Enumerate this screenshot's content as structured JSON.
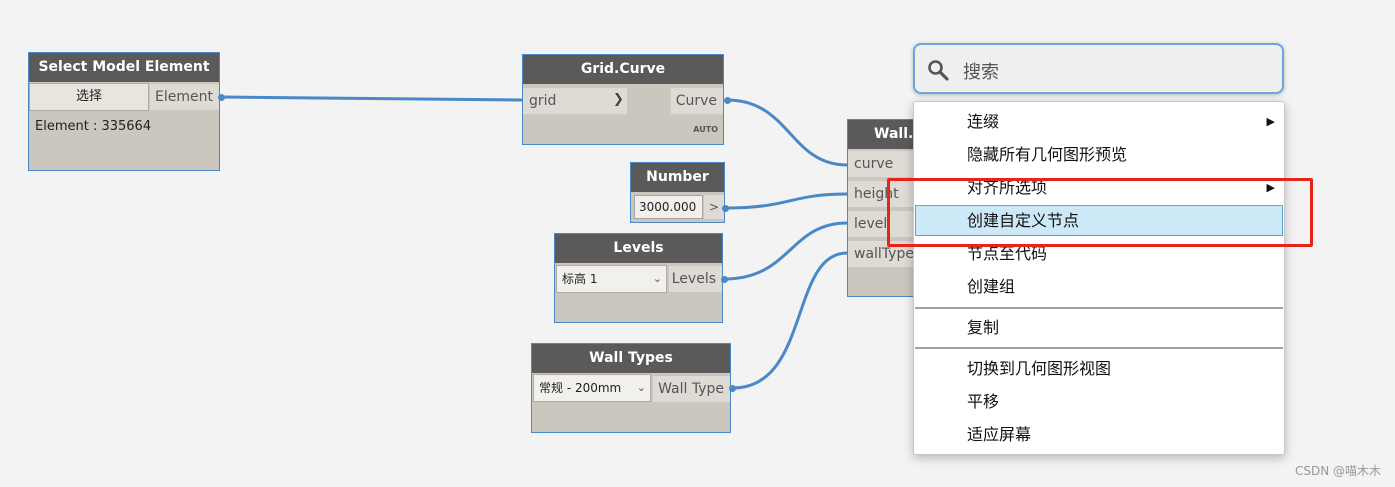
{
  "nodes": {
    "select_model_element": {
      "title": "Select Model Element",
      "button_label": "选择",
      "output_label": "Element",
      "info": "Element : 335664"
    },
    "grid_curve": {
      "title": "Grid.Curve",
      "input_label": "grid",
      "output_label": "Curve",
      "lacing": "AUTO"
    },
    "number": {
      "title": "Number",
      "value": "3000.000",
      "output_label": ">"
    },
    "levels": {
      "title": "Levels",
      "selected": "标高 1",
      "output_label": "Levels"
    },
    "wall_types": {
      "title": "Wall Types",
      "selected": "常规 - 200mm",
      "output_label": "Wall Type"
    },
    "wall": {
      "title": "Wall.",
      "inputs": [
        "curve",
        "height",
        "level",
        "wallType"
      ]
    }
  },
  "search": {
    "placeholder": "搜索",
    "icon": "search-icon"
  },
  "context_menu": {
    "items": [
      {
        "label": "连缀",
        "has_submenu": true
      },
      {
        "label": "隐藏所有几何图形预览",
        "has_submenu": false
      },
      {
        "label": "对齐所选项",
        "has_submenu": true
      },
      {
        "label": "创建自定义节点",
        "has_submenu": false,
        "highlighted": true
      },
      {
        "label": "节点至代码",
        "has_submenu": false
      },
      {
        "label": "创建组",
        "has_submenu": false
      },
      {
        "label": "复制",
        "has_submenu": false
      },
      {
        "label": "切换到几何图形视图",
        "has_submenu": false
      },
      {
        "label": "平移",
        "has_submenu": false
      },
      {
        "label": "适应屏幕",
        "has_submenu": false
      }
    ],
    "submenu_arrow": "▶"
  },
  "watermark": "CSDN @喵木木",
  "colors": {
    "wire": "#4a88c7",
    "node_header": "#5c5a58",
    "node_body": "#cbc6be",
    "highlight_box": "#e8231a",
    "menu_highlight": "#cde8f6"
  }
}
